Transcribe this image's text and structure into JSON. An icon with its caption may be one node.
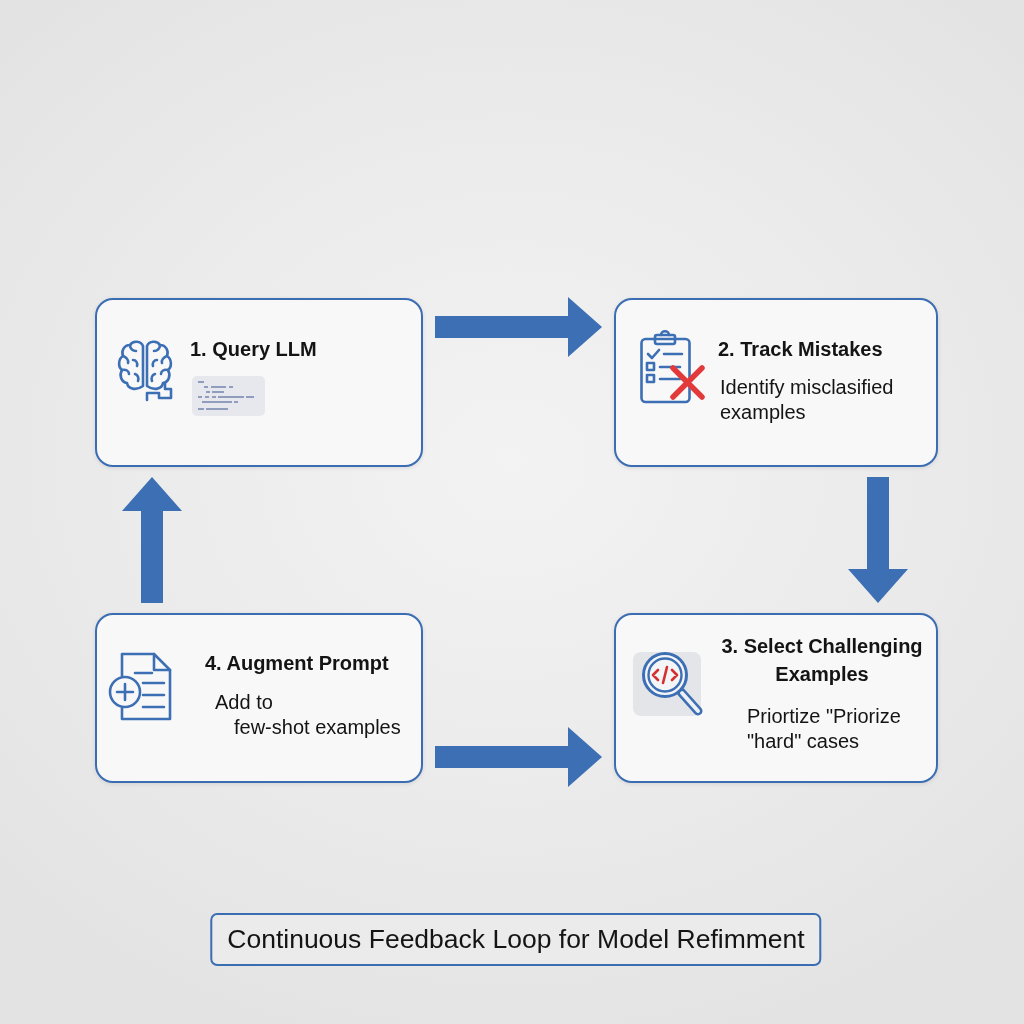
{
  "diagram": {
    "caption": "Continuous Feedback Loop for Model Refimment",
    "nodes": [
      {
        "text": [
          "1. Query LLM"
        ]
      },
      {
        "text": [
          "2. Track Mistakes",
          "Identify misclasified examples"
        ]
      },
      {
        "text": [
          "4. Augment Prompt",
          "Add to few-shot examples"
        ]
      },
      {
        "text": [
          "3. Select Challenging Examples",
          "Priortize \"Priorize \"hard\" cases"
        ]
      }
    ],
    "edges": [
      {
        "from": 0,
        "to": 1,
        "arrow": "to"
      },
      {
        "from": 1,
        "to": 3,
        "arrow": "to"
      },
      {
        "from": 2,
        "to": 3,
        "arrow": "to"
      },
      {
        "from": 2,
        "to": 0,
        "arrow": "to"
      }
    ]
  }
}
